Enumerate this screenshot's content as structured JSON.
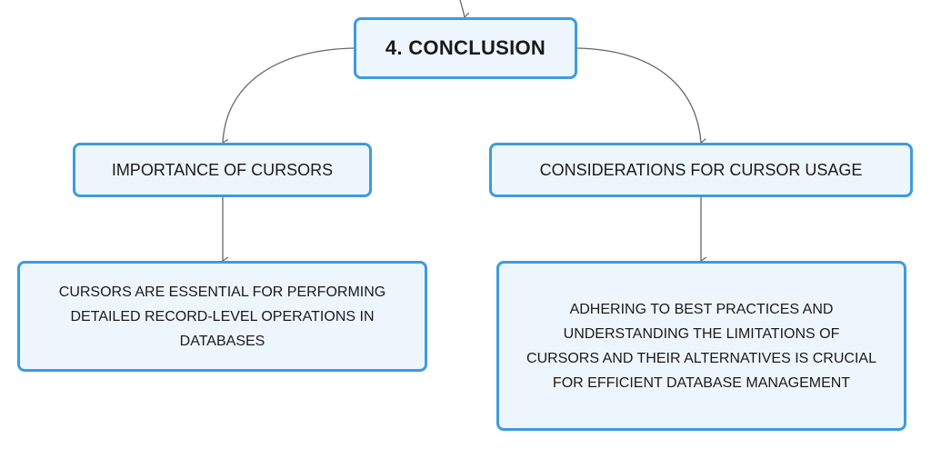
{
  "diagram": {
    "root": {
      "label": "4. CONCLUSION"
    },
    "branches": [
      {
        "label": "IMPORTANCE OF CURSORS",
        "detail": "CURSORS ARE ESSENTIAL FOR PERFORMING DETAILED RECORD-LEVEL OPERATIONS IN DATABASES"
      },
      {
        "label": "CONSIDERATIONS FOR CURSOR USAGE",
        "detail": "ADHERING TO BEST PRACTICES AND UNDERSTANDING THE LIMITATIONS OF CURSORS AND THEIR ALTERNATIVES IS CRUCIAL FOR EFFICIENT DATABASE MANAGEMENT"
      }
    ],
    "colors": {
      "node_border": "#3d9be0",
      "node_fill": "#eef6fd",
      "connector": "#666666",
      "text": "#1a1a1a"
    }
  }
}
